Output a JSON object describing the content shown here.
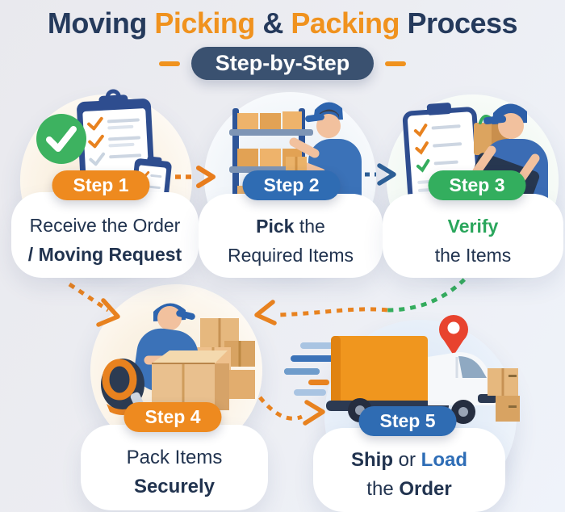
{
  "palette": {
    "navy": "#253a5c",
    "orange": "#f0921e",
    "blue": "#2f6cb3",
    "green": "#33ae5e",
    "text_navy": "#21334f",
    "pill_navy": "#3a5170",
    "badge_text": "#ffffff",
    "background": "#e9eaf0",
    "arrow_orange": "#e87d1d",
    "arrow_blue": "#2d5f96",
    "arrow_green": "#35ad5e"
  },
  "header": {
    "title_segments": [
      {
        "text": "Moving ",
        "color": "#253a5c"
      },
      {
        "text": "Picking ",
        "color": "#f0921e"
      },
      {
        "text": "& ",
        "color": "#253a5c"
      },
      {
        "text": "Packing ",
        "color": "#f0921e"
      },
      {
        "text": "Process",
        "color": "#253a5c"
      }
    ],
    "subtitle": "Step-by-Step"
  },
  "steps": [
    {
      "badge": "Step 1",
      "badge_color": "#ee8a1f",
      "illustration": "order-checklist",
      "line1": "Receive the Order",
      "line2": "/ Moving Request"
    },
    {
      "badge": "Step 2",
      "badge_color": "#2f6cb3",
      "illustration": "pick-items-shelf",
      "line1_bold": "Pick",
      "line1_rest": " the",
      "line2": "Required Items"
    },
    {
      "badge": "Step 3",
      "badge_color": "#33ae5e",
      "illustration": "verify-items",
      "line1": "Verify",
      "line2": "the Items"
    },
    {
      "badge": "Step 4",
      "badge_color": "#ee8a1f",
      "illustration": "pack-items",
      "line1": "Pack Items",
      "line2": "Securely"
    },
    {
      "badge": "Step 5",
      "badge_color": "#2f6cb3",
      "illustration": "shipping-truck",
      "line1_a": "Ship",
      "line1_b": " or ",
      "line1_c": "Load",
      "line2_a": "the ",
      "line2_b": "Order"
    }
  ]
}
